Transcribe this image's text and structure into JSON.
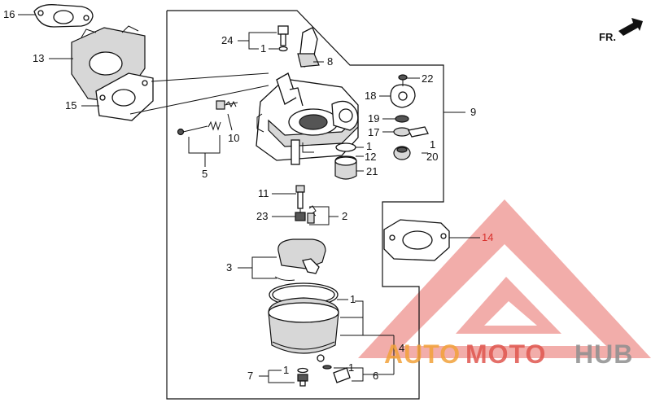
{
  "watermark": {
    "word_auto": "AUTO",
    "word_moto": "MOTO",
    "word_hub": "HUB",
    "color_orange": "#f2a23a",
    "color_red": "#e0574f",
    "color_gray": "#8f8f8f",
    "triangle_color": "#e86b66"
  },
  "direction_marker": "FR.",
  "callouts": {
    "n1": "1",
    "n2": "2",
    "n3": "3",
    "n4": "4",
    "n5": "5",
    "n6": "6",
    "n7": "7",
    "n8": "8",
    "n9": "9",
    "n10": "10",
    "n11": "11",
    "n12": "12",
    "n13": "13",
    "n14": "14",
    "n15": "15",
    "n16": "16",
    "n17": "17",
    "n18": "18",
    "n19": "19",
    "n20": "20",
    "n21": "21",
    "n22": "22",
    "n23": "23",
    "n24": "24"
  }
}
